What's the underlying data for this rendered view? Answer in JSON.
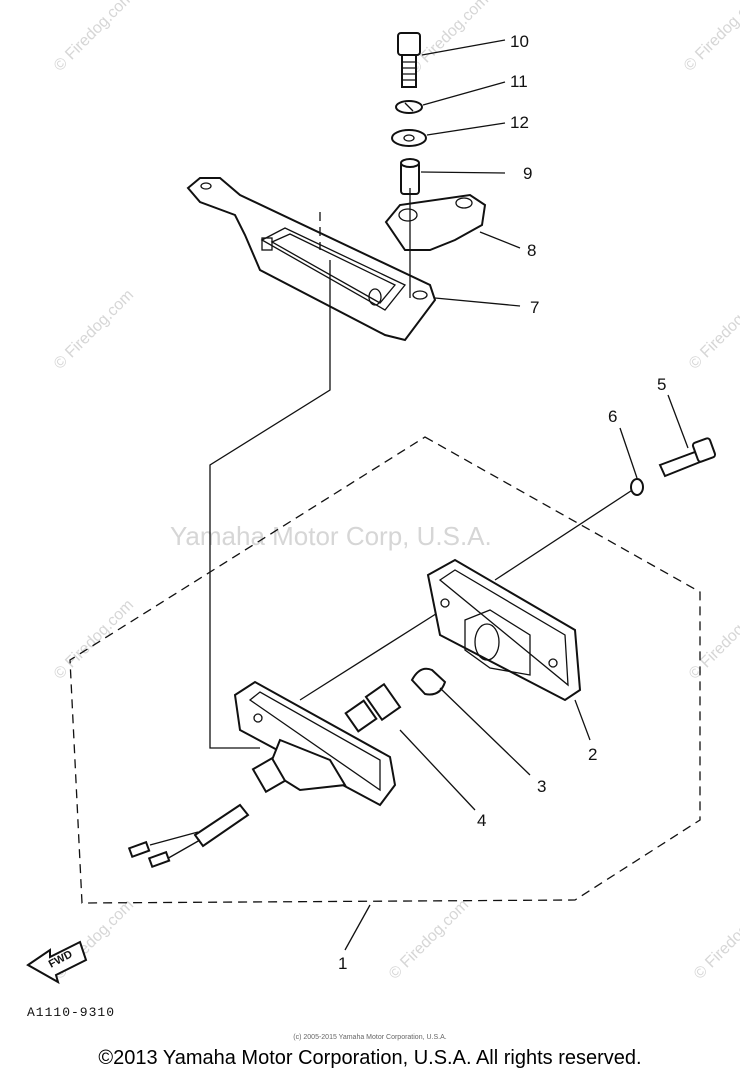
{
  "watermarks": {
    "firedog": "© Firedog.com",
    "yamaha": "Yamaha Motor Corp, U.S.A."
  },
  "callouts": {
    "p1": "1",
    "p2": "2",
    "p3": "3",
    "p4": "4",
    "p5": "5",
    "p6": "6",
    "p7": "7",
    "p8": "8",
    "p9": "9",
    "p10": "10",
    "p11": "11",
    "p12": "12"
  },
  "fwd_label": "FWD",
  "diagram_code": "A1110-9310",
  "small_copyright": "(c) 2005-2015 Yamaha Motor Corporation, U.S.A.",
  "footer_copyright": "©2013 Yamaha Motor Corporation, U.S.A. All rights reserved."
}
